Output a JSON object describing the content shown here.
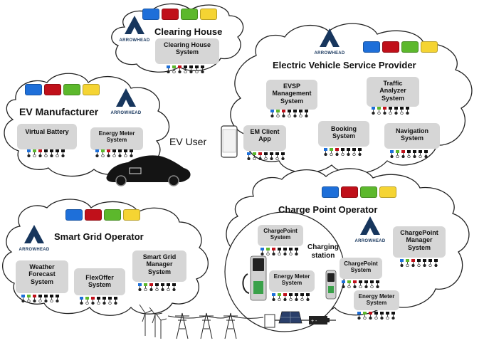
{
  "colors": {
    "blue": "#1e6fd9",
    "red": "#c0101a",
    "green": "#5cb82c",
    "yellow": "#f5d433",
    "box": "#d6d6d6",
    "cloud_stroke": "#222222",
    "logo": "#17365d"
  },
  "clouds": {
    "clearing_house": {
      "title": "Clearing House"
    },
    "evsp": {
      "title": "Electric Vehicle Service Provider"
    },
    "ev_manufacturer": {
      "title": "EV Manufacturer"
    },
    "smart_grid": {
      "title": "Smart Grid Operator"
    },
    "cpo": {
      "title": "Charge Point Operator"
    }
  },
  "logo_text": "ARROWHEAD",
  "systems": {
    "clearing_house_system": "Clearing House\nSystem",
    "evsp_management": "EVSP\nManagement\nSystem",
    "traffic_analyzer": "Traffic\nAnalyzer\nSystem",
    "booking": "Booking\nSystem",
    "navigation": "Navigation\nSystem",
    "em_client_app": "EM Client\nApp",
    "virtual_battery": "Virtual Battery",
    "energy_meter_evm": "Energy Meter\nSystem",
    "weather_forecast": "Weather\nForecast\nSystem",
    "flexoffer": "FlexOffer\nSystem",
    "smart_grid_manager": "Smart Grid\nManager\nSystem",
    "chargepoint_1": "ChargePoint\nSystem",
    "energy_meter_station": "Energy Meter\nSystem",
    "chargepoint_2": "ChargePoint\nSystem",
    "energy_meter_cpo": "Energy Meter\nSystem",
    "chargepoint_manager": "ChargePoint\nManager\nSystem"
  },
  "labels": {
    "ev_user": "EV User",
    "charging_station": "Charging\nstation"
  },
  "icons": [
    "cloud-icon",
    "arrowhead-logo-icon",
    "smartphone-icon",
    "electric-car-icon",
    "charging-station-icon",
    "wind-turbine-icon",
    "power-pylon-icon",
    "solar-panel-icon",
    "battery-icon",
    "inverter-icon"
  ]
}
